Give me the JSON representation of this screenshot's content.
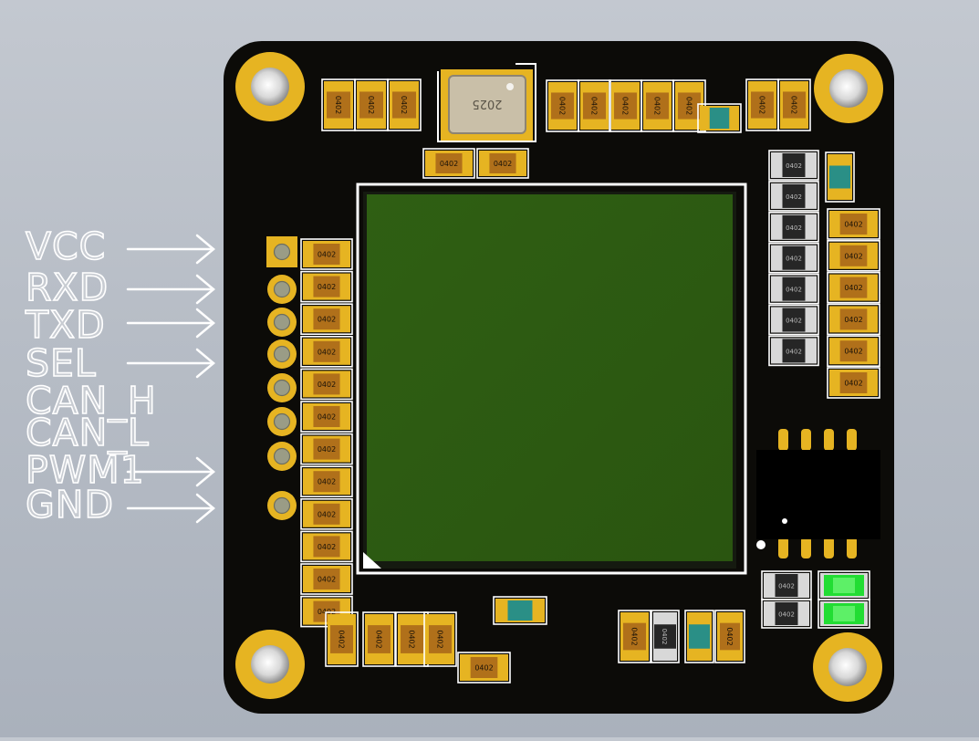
{
  "pins": [
    {
      "label": "VCC",
      "arrow": true
    },
    {
      "label": "RXD",
      "arrow": true
    },
    {
      "label": "TXD",
      "arrow": true
    },
    {
      "label": "SEL",
      "arrow": true
    },
    {
      "label": "CAN_H",
      "arrow": false
    },
    {
      "label": "CAN_L",
      "arrow": false
    },
    {
      "label": "PWM1",
      "arrow": true
    },
    {
      "label": "GND",
      "arrow": true
    }
  ],
  "crystal_marking": "2025",
  "passive_marking": "0402",
  "colors": {
    "board": "#0c0b08",
    "pad_gold": "#e6b422",
    "module_green": "#2c5a12",
    "led_green": "#22dd33",
    "silkscreen": "#ffffff"
  }
}
